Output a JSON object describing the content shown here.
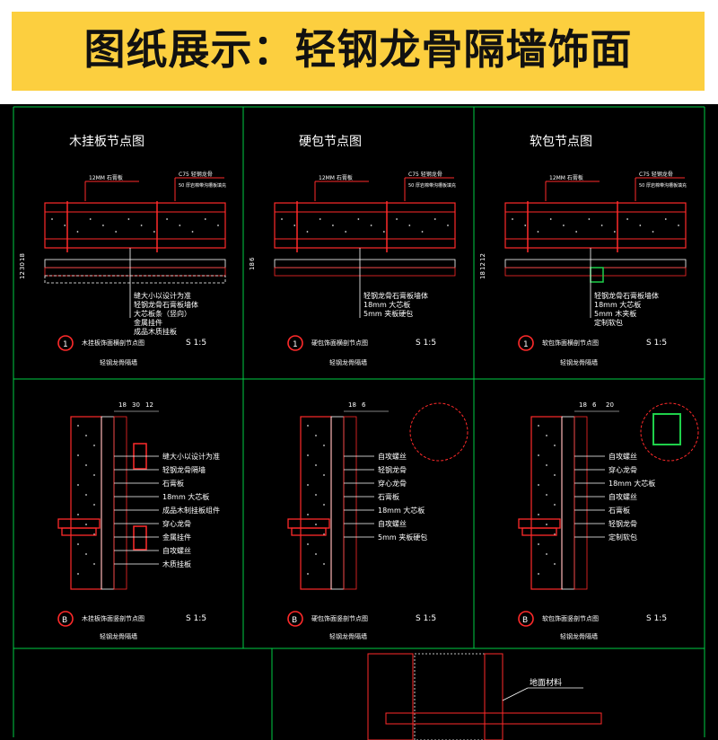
{
  "banner": {
    "title": "图纸展示：轻钢龙骨隔墙饰面"
  },
  "colors": {
    "banner_bg": "#fccf3f",
    "canvas_bg": "#000000",
    "frame": "#00cc44",
    "wall": "#ff2a2a",
    "marker": "#ff2a2a",
    "text": "#ffffff"
  },
  "panels": [
    {
      "title": "木挂板节点图",
      "top_labels": [
        "12MM 石膏板",
        "C75 轻钢龙骨",
        "50 厚岩棉带沟槽板填充"
      ],
      "dims": [
        "18",
        "30",
        "12"
      ],
      "callouts": [
        "缝大小以设计为准",
        "轻钢龙骨石膏板墙体",
        "大芯板条（竖向）",
        "金属挂件",
        "成品木质挂板"
      ],
      "marker": "1",
      "caption": "木挂板饰面横剖节点图",
      "scale": "S 1:5",
      "subcaption": "轻钢龙骨隔墙"
    },
    {
      "title": "硬包节点图",
      "top_labels": [
        "12MM 石膏板",
        "C75 轻钢龙骨",
        "50 厚岩棉带沟槽板填充"
      ],
      "dims": [
        "6",
        "18"
      ],
      "callouts": [
        "轻钢龙骨石膏板墙体",
        "18mm 大芯板",
        "5mm 夹板硬包"
      ],
      "marker": "1",
      "caption": "硬包饰面横剖节点图",
      "scale": "S 1:5",
      "subcaption": "轻钢龙骨隔墙"
    },
    {
      "title": "软包节点图",
      "top_labels": [
        "12MM 石膏板",
        "C75 轻钢龙骨",
        "50 厚岩棉带沟槽板填充"
      ],
      "dims": [
        "12",
        "12",
        "18"
      ],
      "callouts": [
        "轻钢龙骨石膏板墙体",
        "18mm 大芯板",
        "5mm 木夹板",
        "定制软包"
      ],
      "marker": "1",
      "caption": "软包饰面横剖节点图",
      "scale": "S 1:5",
      "subcaption": "轻钢龙骨隔墙"
    },
    {
      "title": "",
      "top_labels": [],
      "dims": [
        "18",
        "30",
        "12"
      ],
      "callouts": [
        "缝大小以设计为准",
        "轻钢龙骨隔墙",
        "石膏板",
        "18mm 大芯板",
        "成品木制挂板组件",
        "穿心龙骨",
        "金属挂件",
        "自攻螺丝",
        "木质挂板"
      ],
      "marker": "B",
      "caption": "木挂板饰面竖剖节点图",
      "scale": "S 1:5",
      "subcaption": "轻钢龙骨隔墙"
    },
    {
      "title": "",
      "top_labels": [],
      "dims": [
        "18",
        "6"
      ],
      "callouts": [
        "自攻螺丝",
        "轻钢龙骨",
        "穿心龙骨",
        "石膏板",
        "18mm 大芯板",
        "自攻螺丝",
        "5mm 夹板硬包"
      ],
      "marker": "B",
      "caption": "硬包饰面竖剖节点图",
      "scale": "S 1:5",
      "subcaption": "轻钢龙骨隔墙"
    },
    {
      "title": "",
      "top_labels": [],
      "dims": [
        "18",
        "6",
        "20"
      ],
      "callouts": [
        "自攻螺丝",
        "穿心龙骨",
        "18mm 大芯板",
        "自攻螺丝",
        "石膏板",
        "轻钢龙骨",
        "定制软包"
      ],
      "marker": "B",
      "caption": "软包饰面竖剖节点图",
      "scale": "S 1:5",
      "subcaption": "轻钢龙骨隔墙"
    }
  ],
  "bottom": {
    "label": "地面材料"
  }
}
